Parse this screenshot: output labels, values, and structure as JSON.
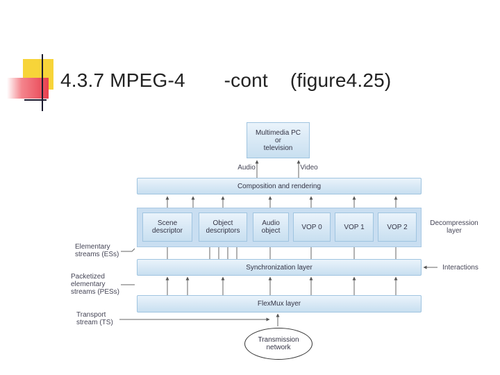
{
  "slide": {
    "title": "4.3.7 MPEG-4       -cont    (figure4.25)"
  },
  "diagram": {
    "display": "Multimedia PC\nor\ntelevision",
    "audio": "Audio",
    "video": "Video",
    "composition": "Composition and rendering",
    "blocks": {
      "scene": "Scene\ndescriptor",
      "object": "Object\ndescriptors",
      "audio_obj": "Audio\nobject",
      "vop0": "VOP 0",
      "vop1": "VOP 1",
      "vop2": "VOP 2"
    },
    "sync": "Synchronization layer",
    "flexmux": "FlexMux layer",
    "network": "Transmission\nnetwork",
    "side": {
      "decomp": "Decompression\nlayer",
      "es": "Elementary\nstreams (ESs)",
      "interactions": "Interactions",
      "pes": "Packetized\nelementary\nstreams (PESs)",
      "ts": "Transport\nstream (TS)"
    }
  }
}
